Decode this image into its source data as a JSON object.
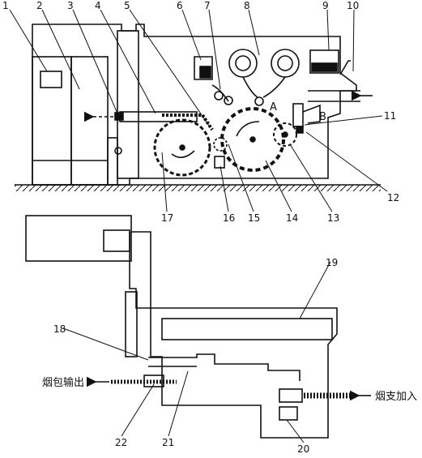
{
  "labels": {
    "n1": "1",
    "n2": "2",
    "n3": "3",
    "n4": "4",
    "n5": "5",
    "n6": "6",
    "n7": "7",
    "n8": "8",
    "n9": "9",
    "n10": "10",
    "n11": "11",
    "n12": "12",
    "n13": "13",
    "n14": "14",
    "n15": "15",
    "n16": "16",
    "n17": "17",
    "n18": "18",
    "n19": "19",
    "n20": "20",
    "n21": "21",
    "n22": "22",
    "a": "A",
    "b": "B"
  },
  "captions": {
    "output": "烟包输出",
    "input": "烟支加入"
  }
}
